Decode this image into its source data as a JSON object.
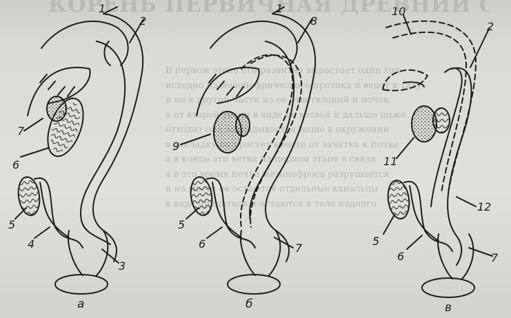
{
  "page": {
    "heading": "КОРЕНЬ ПЕРВИЧНАЯ ДРЕВНИЙ ОБЛАКО",
    "text_lines": [
      "В первом этапе его развития вырастает один ход",
      "исходно из мезонефрического протока и ведет к тазу",
      "и не к другой части из ее ответвлений и почек",
      "а от второй ткани в виде ее ветвей и дальше ниже",
      "отходит она закладывается выше в окружении",
      "в закладку она растет вместе от зачатка к почке",
      "а в конце эти ветви на первом этапе в связи",
      "а в это время почка мезонефроса разрушается",
      "и на месте ее остаются отдельные канальцы",
      "в виде придатков и остаются в теле надолго"
    ]
  },
  "figure": {
    "panels": [
      {
        "caption": "а",
        "labels": [
          "1",
          "2",
          "7",
          "6",
          "5",
          "4",
          "3"
        ]
      },
      {
        "caption": "б",
        "labels": [
          "1",
          "8",
          "9",
          "5",
          "6",
          "7"
        ]
      },
      {
        "caption": "в",
        "labels": [
          "10",
          "2",
          "11",
          "12",
          "5",
          "6",
          "7"
        ]
      }
    ]
  }
}
